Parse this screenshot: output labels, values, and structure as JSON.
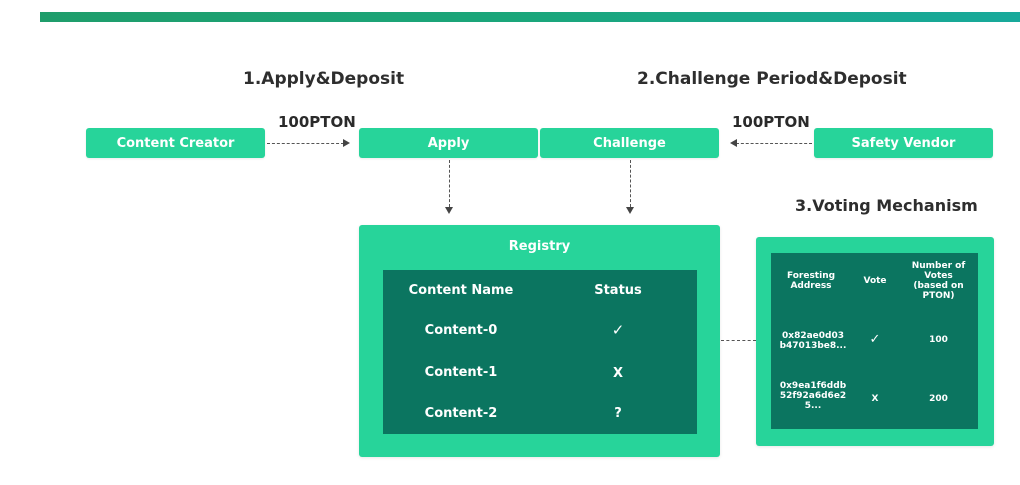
{
  "headings": {
    "apply_deposit": "1.Apply&Deposit",
    "challenge_deposit": "2.Challenge Period&Deposit",
    "voting": "3.Voting Mechanism"
  },
  "amounts": {
    "creator_deposit": "100PTON",
    "vendor_deposit": "100PTON"
  },
  "nodes": {
    "content_creator": "Content Creator",
    "apply": "Apply",
    "challenge": "Challenge",
    "safety_vendor": "Safety Vendor"
  },
  "registry": {
    "title": "Registry",
    "columns": [
      "Content Name",
      "Status"
    ],
    "rows": [
      {
        "name": "Content-0",
        "status": "✓"
      },
      {
        "name": "Content-1",
        "status": "X"
      },
      {
        "name": "Content-2",
        "status": "?"
      }
    ]
  },
  "voting_table": {
    "columns": [
      "Foresting\nAddress",
      "Vote",
      "Number of\nVotes\n(based on\nPTON)"
    ],
    "rows": [
      {
        "address": "0x82ae0d03\nb47013be8...",
        "vote": "✓",
        "votes": "100"
      },
      {
        "address": "0x9ea1f6ddb\n52f92a6d6e2\n5...",
        "vote": "X",
        "votes": "200"
      }
    ]
  },
  "colors": {
    "accent": "#27d49a",
    "table_dark": "#0b7560",
    "bar_start": "#1f9d6b",
    "bar_end": "#18a99b"
  }
}
